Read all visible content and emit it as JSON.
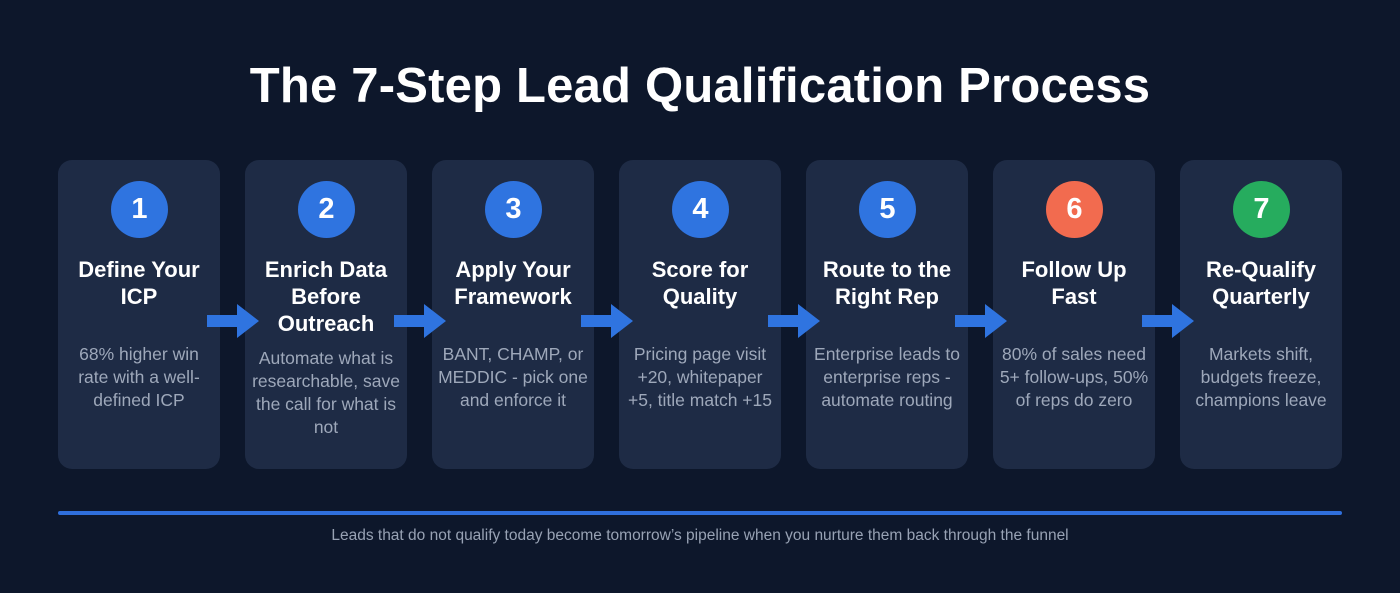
{
  "title": "The 7-Step Lead Qualification Process",
  "colors": {
    "background": "#0d172b",
    "card": "#1e2b45",
    "blue": "#2f74e0",
    "orange": "#f26b4f",
    "green": "#26ac5e",
    "arrow": "#2f74e0",
    "rule": "#2f6fdc"
  },
  "steps": [
    {
      "number": "1",
      "title": "Define Your ICP",
      "description": "68% higher win rate with a well-defined ICP",
      "badge_color": "blue"
    },
    {
      "number": "2",
      "title": "Enrich Data Before Outreach",
      "description": "Automate what is researchable, save the call for what is not",
      "badge_color": "blue"
    },
    {
      "number": "3",
      "title": "Apply Your Framework",
      "description": "BANT, CHAMP, or MEDDIC - pick one and enforce it",
      "badge_color": "blue"
    },
    {
      "number": "4",
      "title": "Score for Quality",
      "description": "Pricing page visit +20, whitepaper +5, title match +15",
      "badge_color": "blue"
    },
    {
      "number": "5",
      "title": "Route to the Right Rep",
      "description": "Enterprise leads to enterprise reps - automate routing",
      "badge_color": "blue"
    },
    {
      "number": "6",
      "title": "Follow Up Fast",
      "description": "80% of sales need 5+ follow-ups, 50% of reps do zero",
      "badge_color": "orange"
    },
    {
      "number": "7",
      "title": "Re-Qualify Quarterly",
      "description": "Markets shift, budgets freeze, champions leave",
      "badge_color": "green"
    }
  ],
  "arrow_icon": "right-arrow",
  "footer": {
    "text": "Leads that do not qualify today become tomorrow’s pipeline when you nurture them back through the funnel"
  }
}
